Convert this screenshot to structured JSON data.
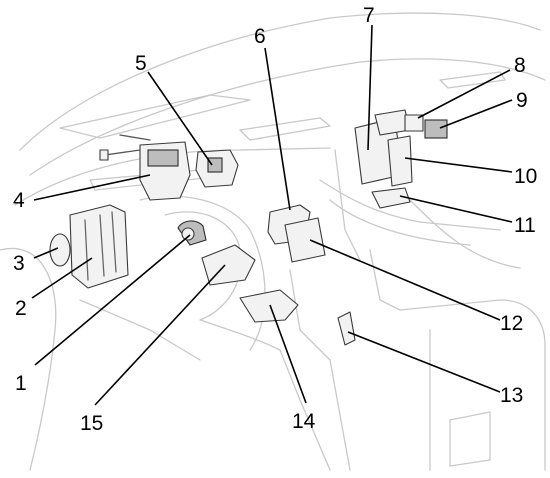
{
  "callouts": {
    "c1": "1",
    "c2": "2",
    "c3": "3",
    "c4": "4",
    "c5": "5",
    "c6": "6",
    "c7": "7",
    "c8": "8",
    "c9": "9",
    "c10": "10",
    "c11": "11",
    "c12": "12",
    "c13": "13",
    "c14": "14",
    "c15": "15"
  },
  "colors": {
    "outline": "#c9c9c9",
    "parts": "#3a3a3a",
    "labels": "#000000"
  }
}
